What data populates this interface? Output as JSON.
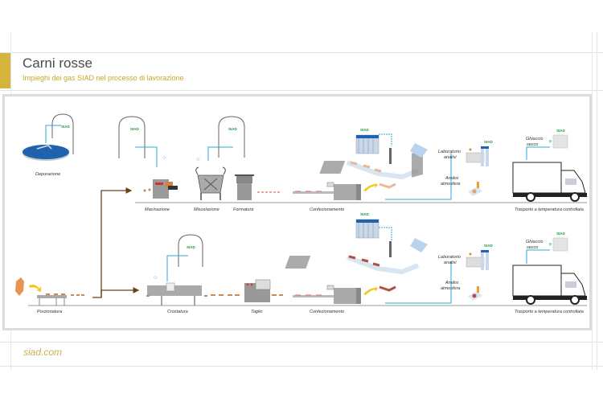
{
  "header": {
    "title": "Carni rosse",
    "subtitle": "Impieghi dei gas SIAD nel processo di lavorazione"
  },
  "footer": {
    "link": "siad.com"
  },
  "brand": {
    "accent_color": "#d4b43a",
    "gas_line_color": "#2fa8d8",
    "flow_arrow_color": "#6b4218",
    "siad_green": "#1a9a3a"
  },
  "diagram": {
    "gas_tag": "SIAD",
    "top_line": {
      "steps": [
        {
          "id": "depurazione",
          "label": "Depurazione"
        },
        {
          "id": "macinazione",
          "label": "Macinazione"
        },
        {
          "id": "miscelazione",
          "label": "Miscelazione"
        },
        {
          "id": "formatura",
          "label": "Formatura"
        },
        {
          "id": "confezionamento",
          "label": "Confezionamento"
        },
        {
          "id": "laboratorio",
          "label_line1": "Laboratorio",
          "label_line2": "analisi"
        },
        {
          "id": "analisi",
          "label_line1": "Analisi",
          "label_line2": "atmosfera"
        },
        {
          "id": "ghiaccio",
          "label_line1": "Ghiaccio",
          "label_line2": "secco"
        },
        {
          "id": "trasporto",
          "label": "Trasporto a temperatura controllata"
        }
      ]
    },
    "bottom_line": {
      "steps": [
        {
          "id": "porzionatura",
          "label": "Porzionatura"
        },
        {
          "id": "crostatura",
          "label": "Crostatura"
        },
        {
          "id": "taglio",
          "label": "Taglio"
        },
        {
          "id": "confezionamento",
          "label": "Confezionamento"
        },
        {
          "id": "laboratorio",
          "label_line1": "Laboratorio",
          "label_line2": "analisi"
        },
        {
          "id": "analisi",
          "label_line1": "Analisi",
          "label_line2": "atmosfera"
        },
        {
          "id": "ghiaccio",
          "label_line1": "Ghiaccio",
          "label_line2": "secco"
        },
        {
          "id": "trasporto",
          "label": "Trasporto a temperatura controllata"
        }
      ]
    }
  }
}
